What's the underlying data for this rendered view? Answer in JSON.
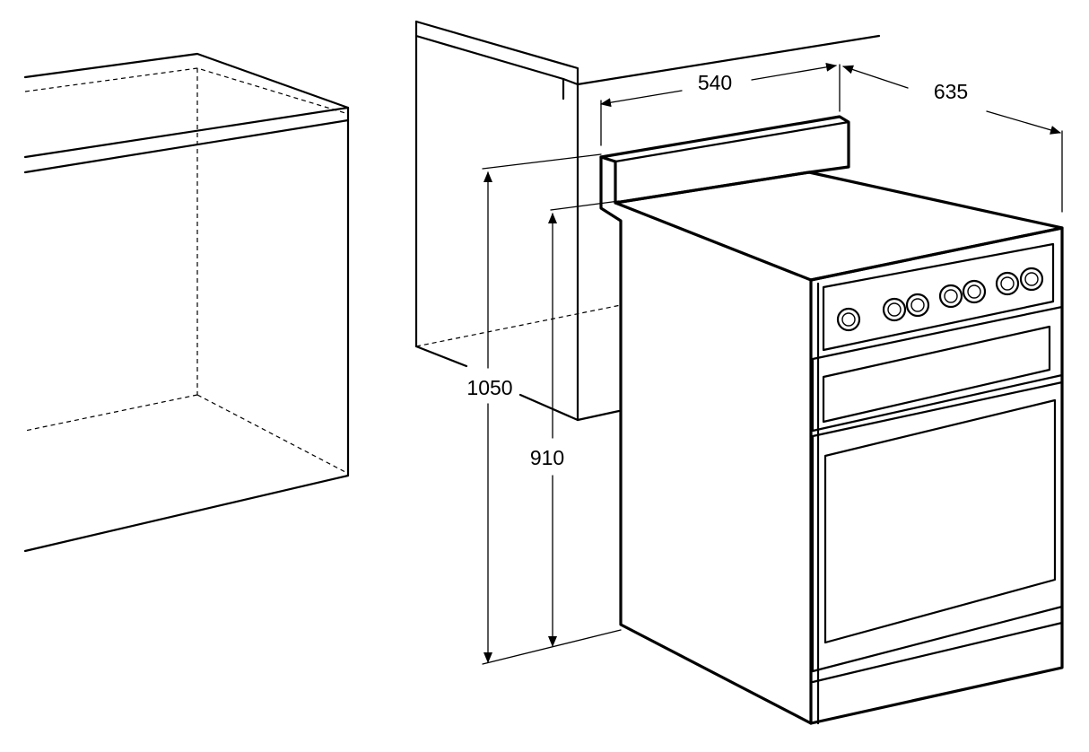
{
  "dimensions": {
    "width": "540",
    "depth": "635",
    "total_height": "1050",
    "hob_height": "910"
  }
}
